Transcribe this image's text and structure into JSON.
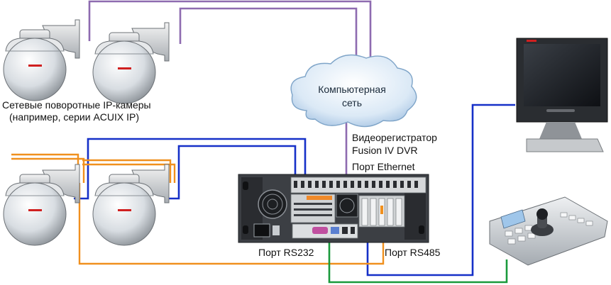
{
  "labels": {
    "network_cameras_line1": "Сетевые поворотные IP-камеры",
    "network_cameras_line2": "(например, серии ACUIX IP)",
    "cloud_line1": "Компьютерная",
    "cloud_line2": "сеть",
    "dvr_line1": "Видеорегистратор",
    "dvr_line2": "Fusion IV DVR",
    "port_ethernet": "Порт Ethernet",
    "port_rs232": "Порт RS232",
    "port_rs485": "Порт RS485"
  },
  "colors": {
    "ethernet_cable": "#8e6bb0",
    "video_cable": "#1630c8",
    "rs485_cable": "#f0901e",
    "rs232_cable": "#1a9a3c",
    "camera_brand": "#d02020"
  },
  "icons": {
    "ip_dome_camera": "dome-camera-icon",
    "analog_dome_camera": "dome-camera-icon",
    "network_cloud": "cloud-icon",
    "dvr_unit": "rack-dvr-icon",
    "monitor": "lcd-monitor-icon",
    "keyboard_controller": "ptz-keyboard-icon"
  }
}
